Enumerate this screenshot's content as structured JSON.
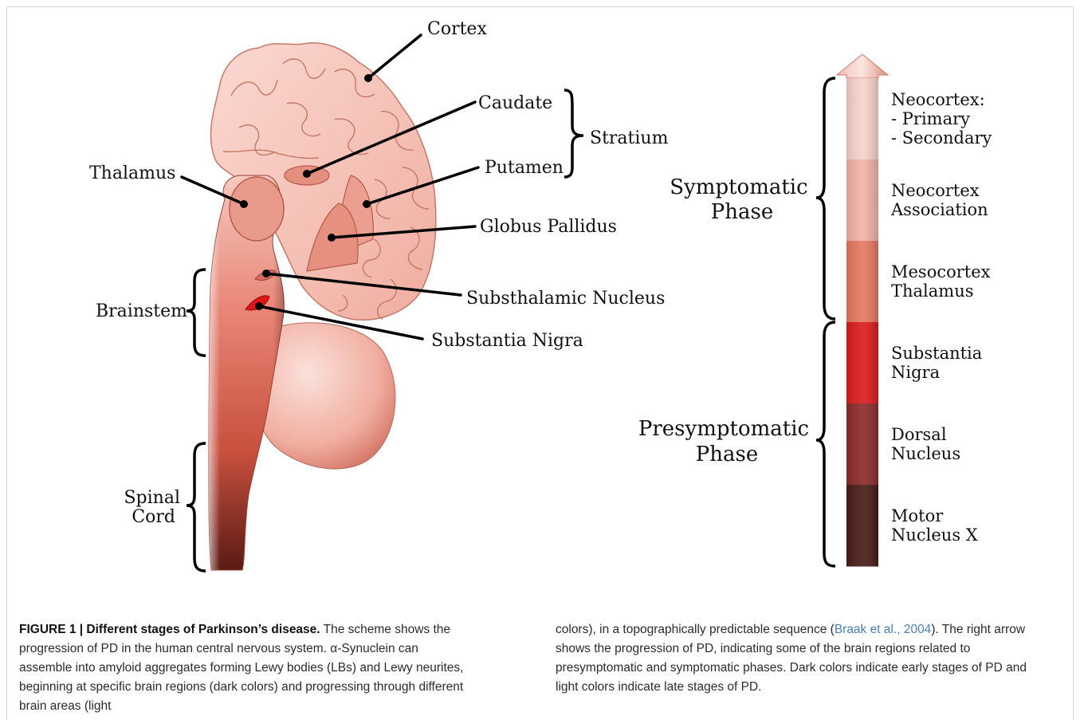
{
  "figure": {
    "left_labels": {
      "cortex": "Cortex",
      "caudate": "Caudate",
      "stratium": "Stratium",
      "putamen": "Putamen",
      "thalamus": "Thalamus",
      "globus_pallidus": "Globus Pallidus",
      "brainstem": "Brainstem",
      "subthalamic": "Substhalamic Nucleus",
      "substantia_nigra": "Substantia Nigra",
      "spinal_line1": "Spinal",
      "spinal_line2": "Cord"
    },
    "phases": {
      "symptomatic_line1": "Symptomatic",
      "symptomatic_line2": "Phase",
      "presymptomatic_line1": "Presymptomatic",
      "presymptomatic_line2": "Phase"
    },
    "stages": [
      {
        "lines": [
          "Neocortex:",
          "- Primary",
          "- Secondary"
        ],
        "color": "#f8d3cc"
      },
      {
        "lines": [
          "Neocortex",
          "Association"
        ],
        "color": "#f2b3a8"
      },
      {
        "lines": [
          "Mesocortex",
          "Thalamus"
        ],
        "color": "#e57862"
      },
      {
        "lines": [
          "Substantia",
          "Nigra"
        ],
        "color": "#dc1c1e"
      },
      {
        "lines": [
          "Dorsal",
          "Nucleus"
        ],
        "color": "#8c2b2b"
      },
      {
        "lines": [
          "Motor",
          "Nucleus X"
        ],
        "color": "#4a1c18"
      }
    ]
  },
  "caption": {
    "title": "FIGURE 1 | Different stages of Parkinson’s disease.",
    "body_left": " The scheme shows the progression of PD in the human central nervous system. α-Synuclein can assemble into amyloid aggregates forming Lewy bodies (LBs) and Lewy neurites, beginning at specific brain regions (dark colors) and progressing through different brain areas (light",
    "body_right_start": "colors), in a topographically predictable sequence (",
    "citation": "Braak et al., 2004",
    "body_right_end": "). The right arrow shows the progression of PD, indicating some of the brain regions related to presymptomatic and symptomatic phases. Dark colors indicate early stages of PD and light colors indicate late stages of PD."
  }
}
